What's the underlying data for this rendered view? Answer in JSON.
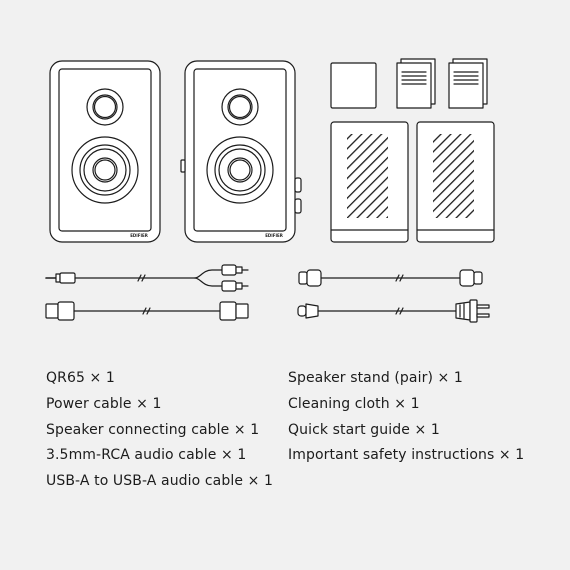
{
  "speaker_brand_label": "EDIFIER",
  "package_contents": {
    "left": [
      "QR65 × 1",
      "Power cable × 1",
      "Speaker connecting cable × 1",
      "3.5mm-RCA audio cable × 1",
      "USB-A to USB-A audio cable × 1"
    ],
    "right": [
      "Speaker stand (pair) × 1",
      "Cleaning cloth × 1",
      "Quick start guide × 1",
      "Important safety instructions × 1"
    ]
  },
  "colors": {
    "background": "#f1f1f1",
    "line": "#1c1c1c",
    "fill": "#ffffff"
  }
}
